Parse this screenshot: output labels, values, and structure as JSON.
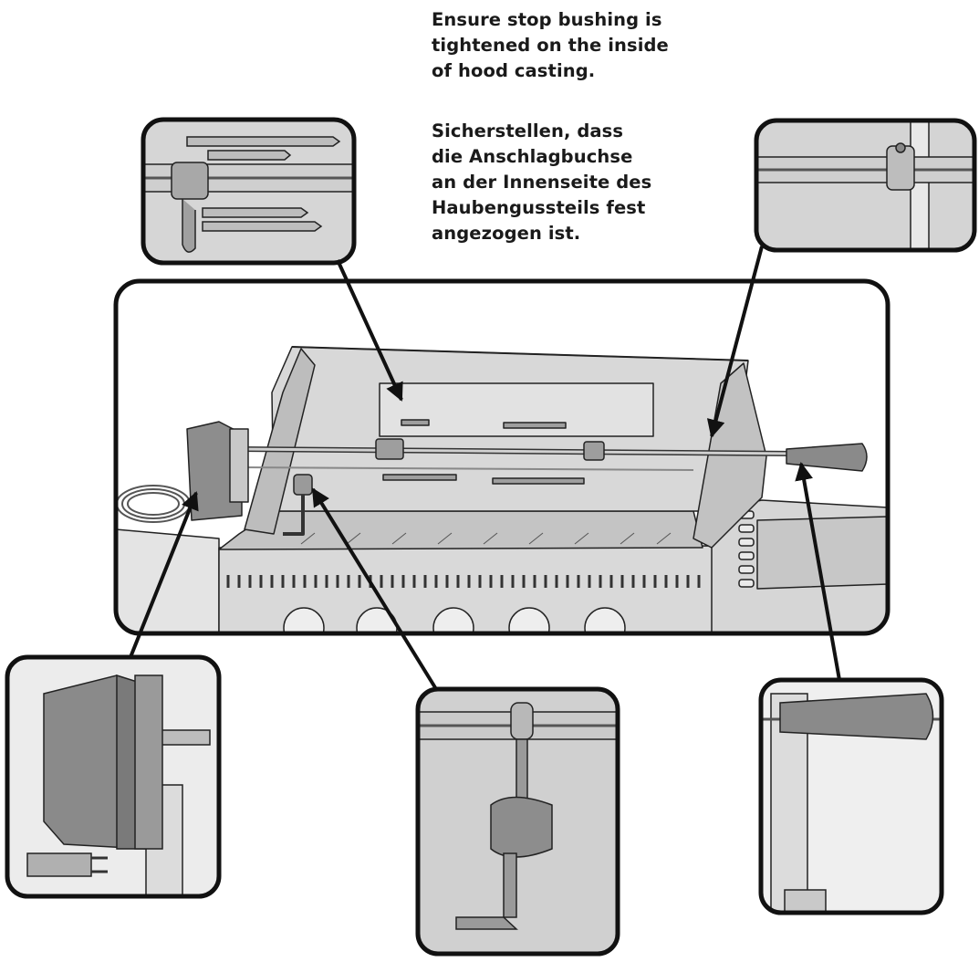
{
  "notes": {
    "english": "Ensure stop bushing is\ntightened on the inside\nof hood casting.",
    "german": "Sicherstellen, dass\ndie Anschlagbuchse\nan der Innenseite des\nHaubengussteils fest\nangezogen ist."
  },
  "colors": {
    "outline": "#111111",
    "metal": "#cfcfcf",
    "metal_dark": "#9a9a9a",
    "metal_mid": "#b5b5b5",
    "hood_panel": "#dcdcdc"
  },
  "figure": {
    "overview": "rotisserie-kit-installed-on-grill",
    "details": [
      "spit-fork-detail",
      "stop-bushing-detail",
      "motor-detail",
      "counterweight-detail",
      "handle-detail"
    ]
  }
}
